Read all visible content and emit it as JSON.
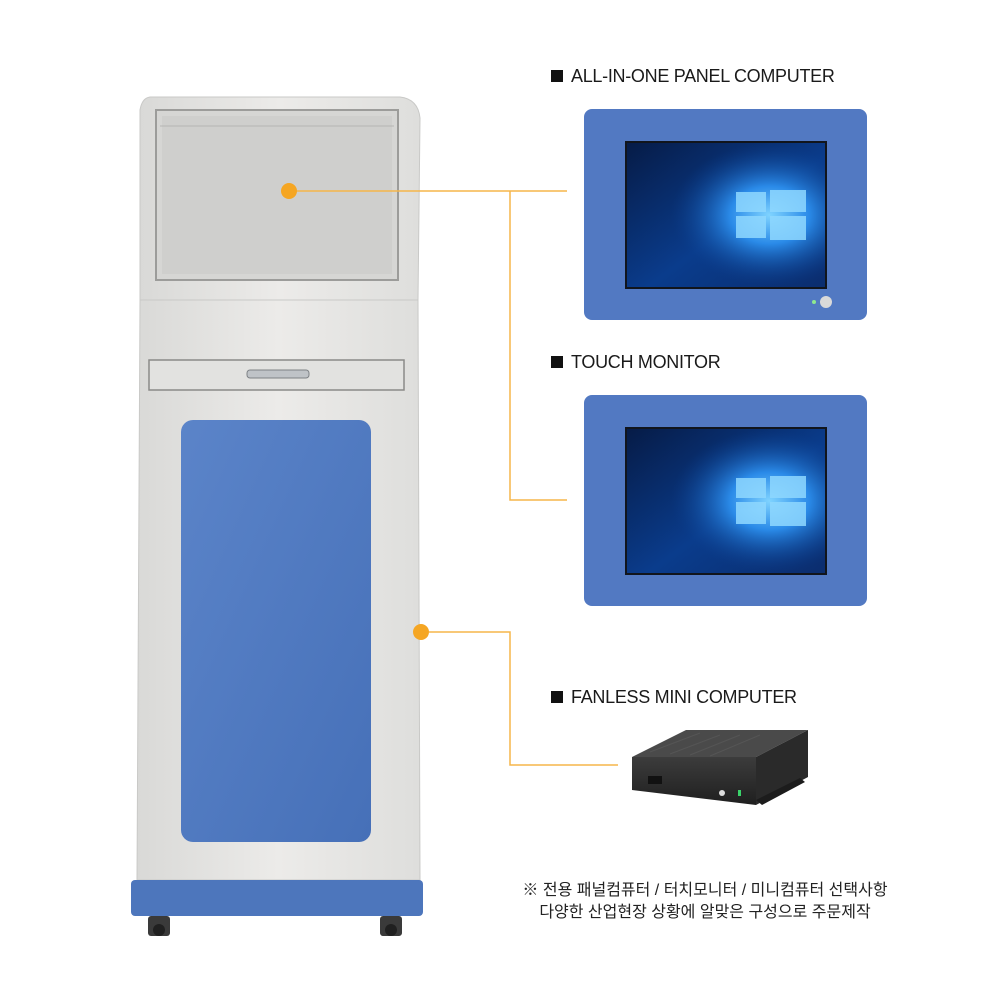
{
  "labels": {
    "panel_computer": "ALL-IN-ONE PANEL COMPUTER",
    "touch_monitor": "TOUCH MONITOR",
    "mini_computer": "FANLESS MINI COMPUTER"
  },
  "note": {
    "line1": "※ 전용 패널컴퓨터 / 터치모니터 / 미니컴퓨터 선택사항",
    "line2": "다양한 산업현장 상황에 알맞은 구성으로 주문제작"
  },
  "colors": {
    "kiosk_body": "#e7e7e5",
    "accent_blue": "#4f78c0",
    "callout_orange": "#f5a623",
    "screen_blue": "#1d5fc4"
  },
  "icons": {
    "bullet": "black-square-icon",
    "callout": "orange-dot-icon"
  }
}
